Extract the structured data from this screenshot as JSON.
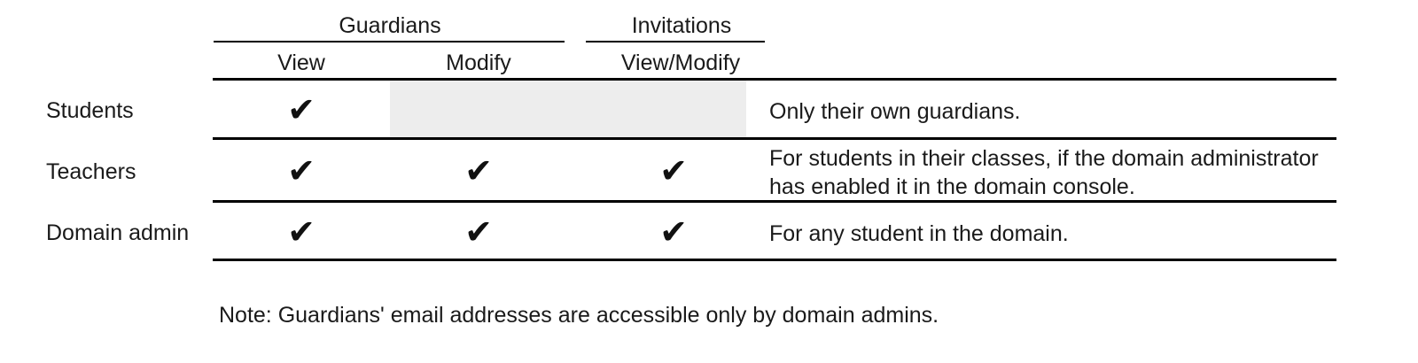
{
  "table": {
    "groups": [
      {
        "label": "Guardians",
        "spans_columns": [
          "View",
          "Modify"
        ]
      },
      {
        "label": "Invitations",
        "spans_columns": [
          "View/Modify"
        ]
      }
    ],
    "columns": [
      {
        "label": "Students",
        "role": "row-header"
      },
      {
        "label": "View",
        "group": "Guardians"
      },
      {
        "label": "Modify",
        "group": "Guardians"
      },
      {
        "label": "View/Modify",
        "group": "Invitations"
      },
      {
        "label": "",
        "role": "notes"
      }
    ],
    "column_headers": {
      "view": "View",
      "modify": "Modify",
      "view_modify": "View/Modify"
    },
    "rows": [
      {
        "label": "Students",
        "guardians_view": "check",
        "guardians_modify": "shaded",
        "invitations_view_modify": "none",
        "description": "Only their own guardians."
      },
      {
        "label": "Teachers",
        "guardians_view": "check",
        "guardians_modify": "check",
        "invitations_view_modify": "check",
        "description": "For students in their classes, if the domain administrator has enabled it in the domain console."
      },
      {
        "label": "Domain admin",
        "guardians_view": "check",
        "guardians_modify": "check",
        "invitations_view_modify": "check",
        "description": "For any student in the domain."
      }
    ],
    "check_glyph": "✔"
  },
  "footnote": {
    "text": "Note: Guardians' email addresses are accessible only by domain admins."
  },
  "colors": {
    "rule": "#000000",
    "text": "#1a1a1a",
    "shaded_cell": "#ededed",
    "background": "#ffffff"
  }
}
